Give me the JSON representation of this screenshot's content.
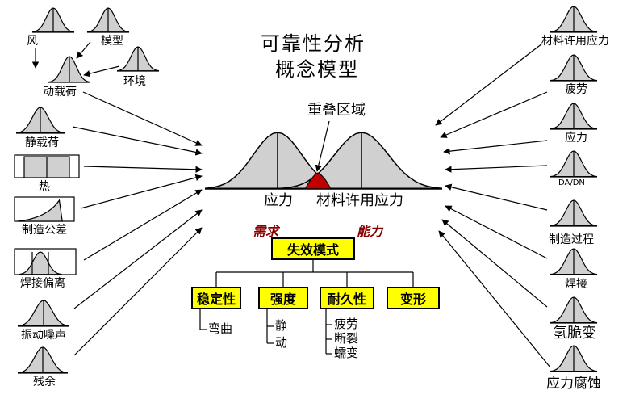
{
  "title": {
    "line1": "可靠性分析",
    "line2": "概念模型"
  },
  "overlap_label": "重叠区域",
  "center": {
    "stress_label": "应力",
    "strength_label": "材料许用应力"
  },
  "demand_label": "需求",
  "capacity_label": "能力",
  "failure_mode": "失效模式",
  "modes": [
    {
      "label": "稳定性",
      "items": [
        "弯曲"
      ]
    },
    {
      "label": "强度",
      "items": [
        "静",
        "动"
      ]
    },
    {
      "label": "耐久性",
      "items": [
        "疲劳",
        "断裂",
        "蠕变"
      ]
    },
    {
      "label": "变形",
      "items": []
    }
  ],
  "left_factors": {
    "wind": "风",
    "model": "模型",
    "environment": "环境",
    "dynamic_load": "动载荷",
    "static_load": "静载荷",
    "heat": "热",
    "manufacturing_tolerance": "制造公差",
    "weld_eccentricity": "焊接偏离",
    "vibration_noise": "振动噪声",
    "residual": "残余"
  },
  "right_factors": {
    "allowable_stress": "材料许用应力",
    "fatigue": "疲劳",
    "stress": "应力",
    "da_dn": "DA/DN",
    "manufacturing_process": "制造过程",
    "welding": "焊接",
    "hydrogen_embrittlement": "氢脆变",
    "stress_corrosion": "应力腐蚀"
  },
  "colors": {
    "curve_fill": "#d0d0d0",
    "overlap": "#c00000",
    "box": "#ffff00",
    "demand_text": "#8b0000"
  }
}
